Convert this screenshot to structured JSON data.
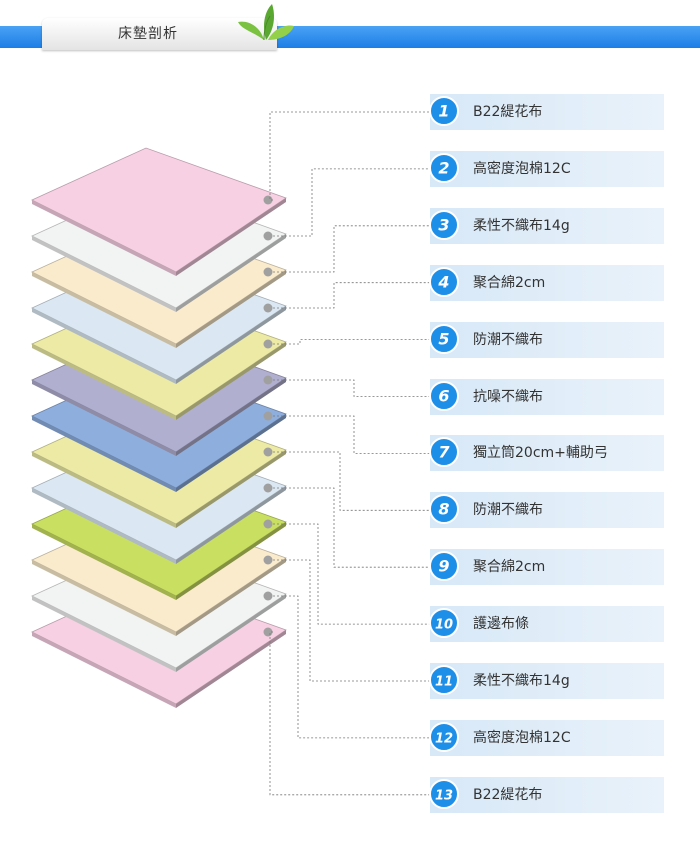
{
  "header": {
    "title": "床墊剖析",
    "logo_icon": "leaf-icon"
  },
  "layers": [
    {
      "number": "1",
      "label": "B22緹花布",
      "color": "#f7d0e3"
    },
    {
      "number": "2",
      "label": "高密度泡棉12C",
      "color": "#f2f3f3"
    },
    {
      "number": "3",
      "label": "柔性不織布14g",
      "color": "#faebcc"
    },
    {
      "number": "4",
      "label": "聚合綿2cm",
      "color": "#dbe8f3"
    },
    {
      "number": "5",
      "label": "防潮不織布",
      "color": "#eceaa5"
    },
    {
      "number": "6",
      "label": "抗噪不織布",
      "color": "#b1afd0"
    },
    {
      "number": "7",
      "label": "獨立筒20cm+輔助弓",
      "color": "#8eaede"
    },
    {
      "number": "8",
      "label": "防潮不織布",
      "color": "#eceaa5"
    },
    {
      "number": "9",
      "label": "聚合綿2cm",
      "color": "#dbe8f3"
    },
    {
      "number": "10",
      "label": "護邊布條",
      "color": "#c9df62"
    },
    {
      "number": "11",
      "label": "柔性不織布14g",
      "color": "#faebcc"
    },
    {
      "number": "12",
      "label": "高密度泡棉12C",
      "color": "#f2f3f3"
    },
    {
      "number": "13",
      "label": "B22緹花布",
      "color": "#f7d0e3"
    }
  ],
  "colors": {
    "header_blue": "#1c7ee6",
    "badge_blue": "#1e8fe8",
    "label_bg": "#d7e8f7"
  }
}
